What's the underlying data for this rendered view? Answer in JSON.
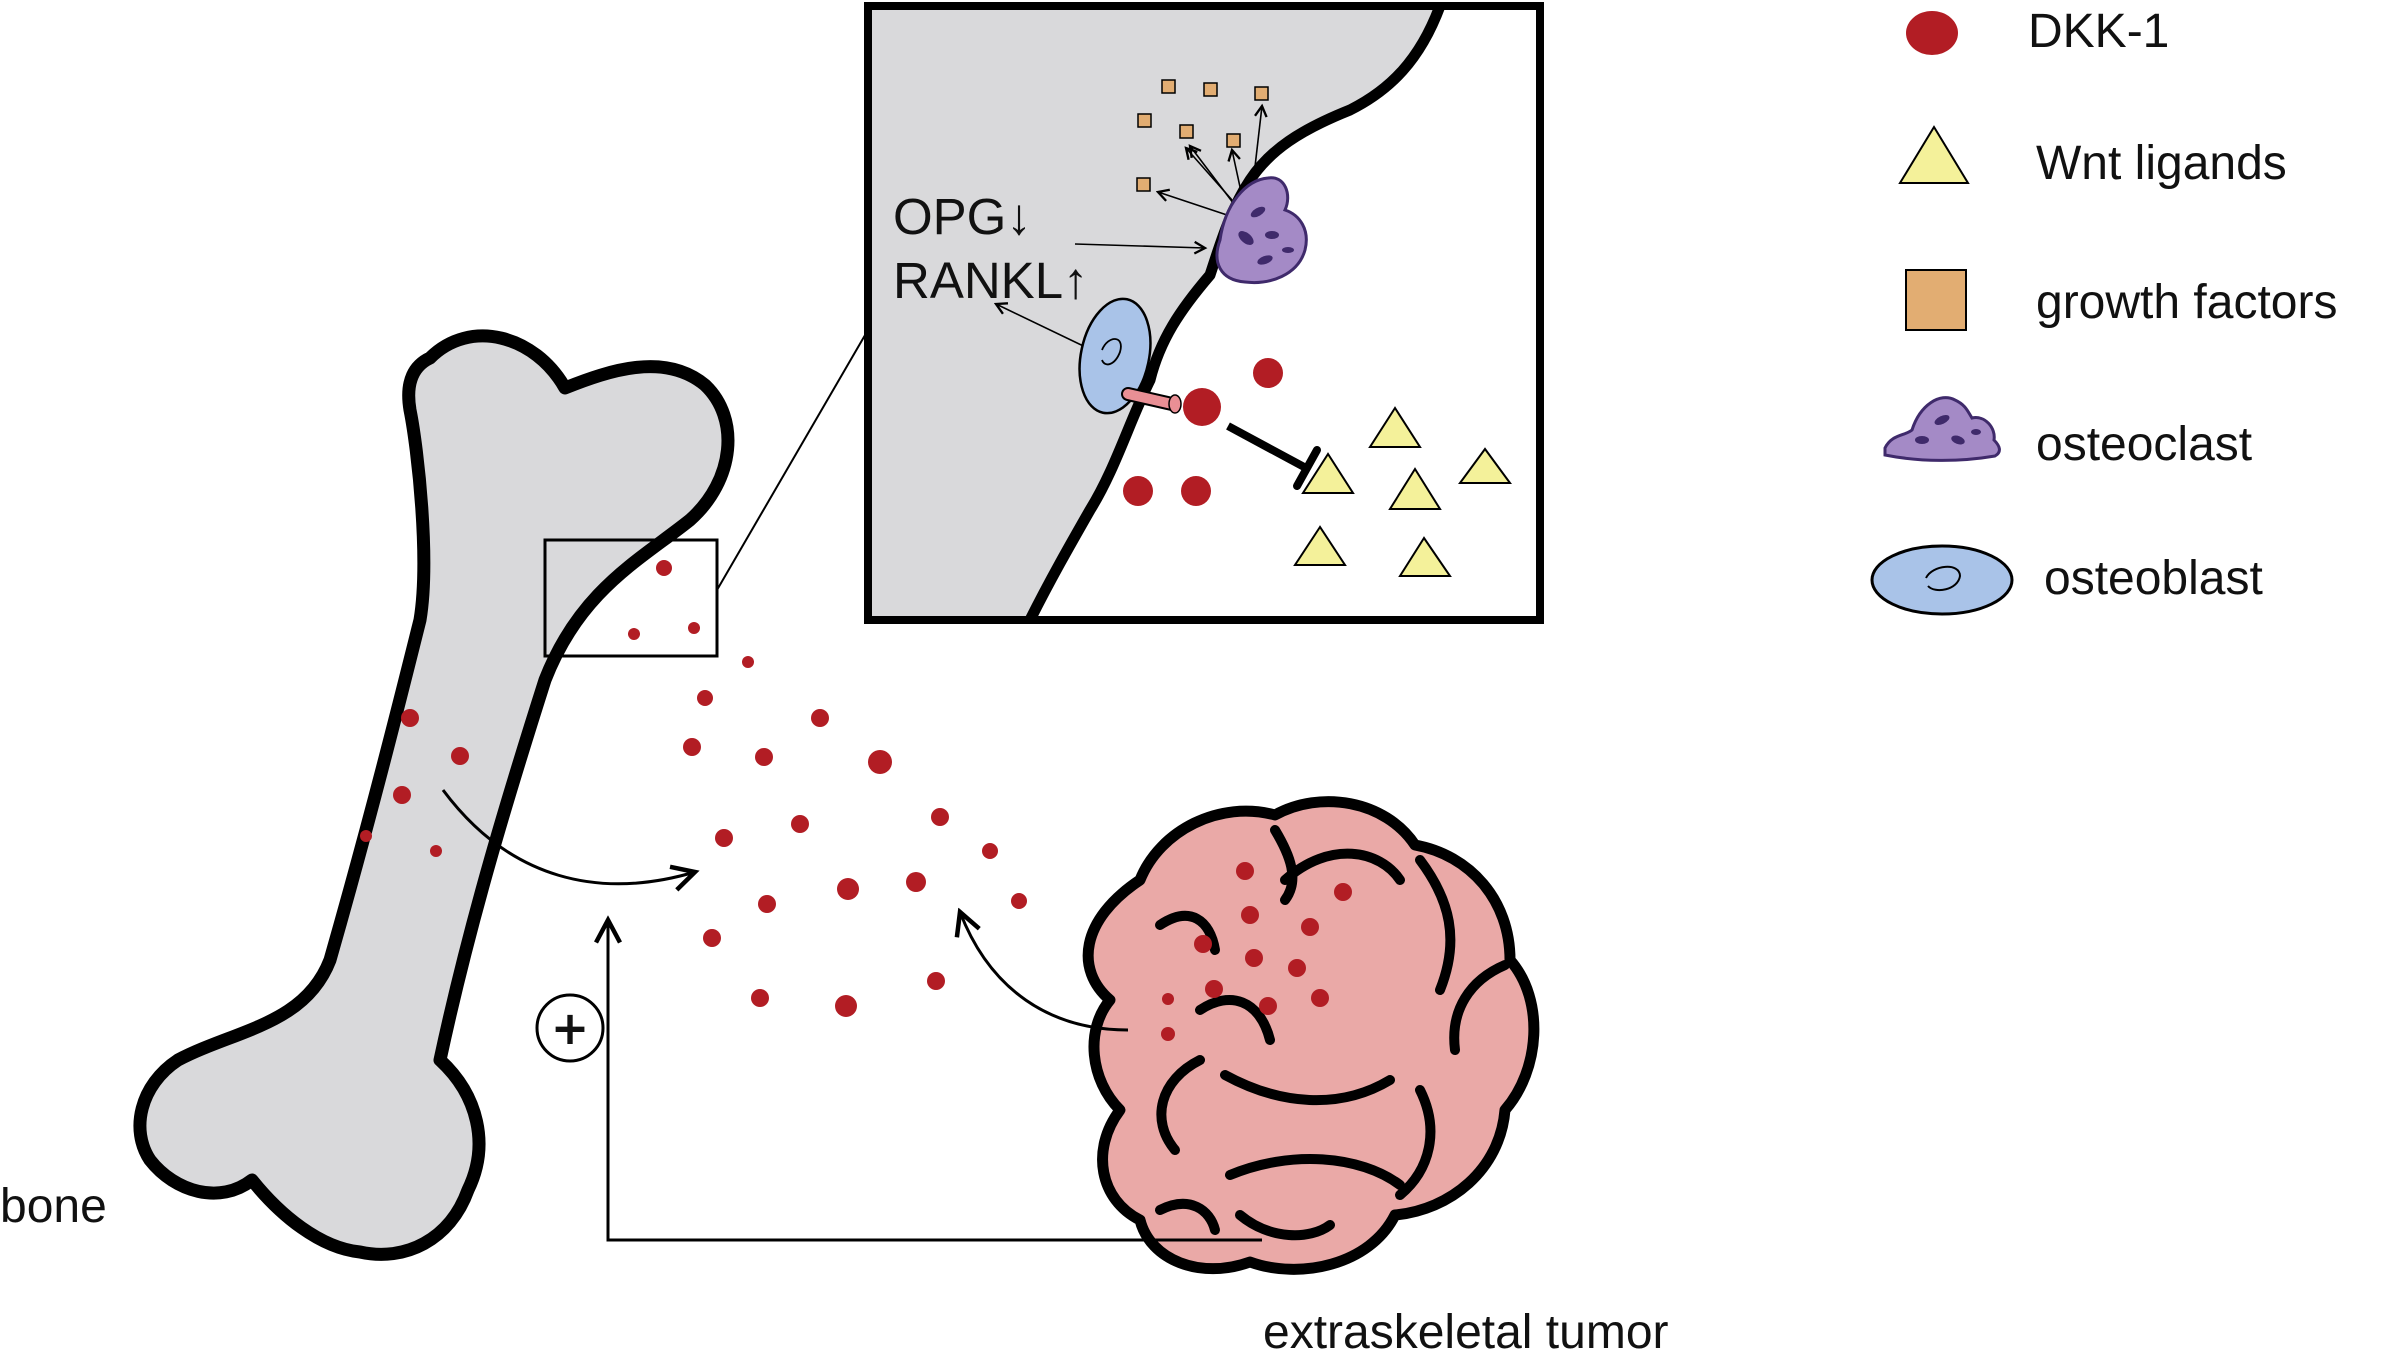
{
  "colors": {
    "bone_fill": "#d9d9db",
    "outline": "#000000",
    "dkk1": "#b21d24",
    "wnt": "#f4f19a",
    "growth_factor": "#e2ad72",
    "osteoclast": "#a48ac6",
    "osteoclast_dark": "#3f2a6b",
    "osteoblast": "#a9c3e8",
    "tumor": "#eaa9a7",
    "receptor": "#e98f95"
  },
  "icons": [
    "dkk1-dot",
    "wnt-triangle",
    "growth-factor-square",
    "osteoclast-cell",
    "osteoblast-cell"
  ],
  "legend": {
    "dkk1": "DKK-1",
    "wnt": "Wnt ligands",
    "growth": "growth factors",
    "osteoclast": "osteoclast",
    "osteoblast": "osteoblast"
  },
  "labels": {
    "bone": "bone",
    "tumor": "extraskeletal tumor",
    "opg": "OPG↓",
    "rankl": "RANKL↑",
    "plus": "+"
  }
}
